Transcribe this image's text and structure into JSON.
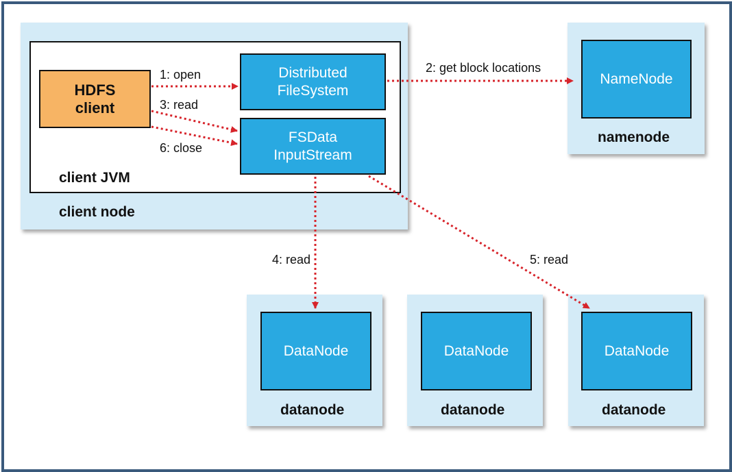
{
  "client_node": {
    "label": "client node",
    "jvm_label": "client JVM",
    "hdfs_client": "HDFS\nclient",
    "distributed_filesystem": "Distributed\nFileSystem",
    "fsdata_inputstream": "FSData\nInputStream"
  },
  "namenode": {
    "box": "NameNode",
    "label": "namenode"
  },
  "datanodes": [
    {
      "box": "DataNode",
      "label": "datanode"
    },
    {
      "box": "DataNode",
      "label": "datanode"
    },
    {
      "box": "DataNode",
      "label": "datanode"
    }
  ],
  "arrows": {
    "open": "1: open",
    "get_block_locations": "2: get block locations",
    "read_3": "3: read",
    "read_4": "4: read",
    "read_5": "5: read",
    "close": "6: close"
  },
  "colors": {
    "frame": "#3a5a7c",
    "panel": "#d4ebf7",
    "blue": "#29a9e1",
    "orange": "#f7b464",
    "arrow": "#d7242b"
  }
}
